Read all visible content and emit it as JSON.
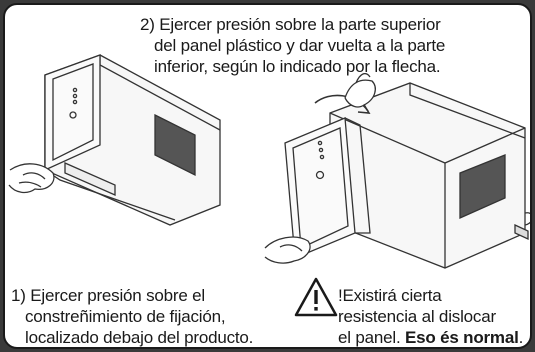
{
  "instructions": {
    "step2": {
      "line1": "2) Ejercer presión sobre la parte superior",
      "line2": "del panel plástico y dar vuelta a la parte",
      "line3": "inferior, según lo indicado por la flecha."
    },
    "step1": {
      "line1": "1) Ejercer presión sobre el",
      "line2": "constreñimiento de fijación,",
      "line3": "localizado debajo del producto."
    },
    "warning": {
      "line1": "!Existirá cierta",
      "line2": "resistencia al dislocar",
      "line3_prefix": "el panel. ",
      "line3_bold": "Eso és normal",
      "line3_suffix": "."
    }
  },
  "icons": {
    "warning": "warning-triangle-icon"
  }
}
